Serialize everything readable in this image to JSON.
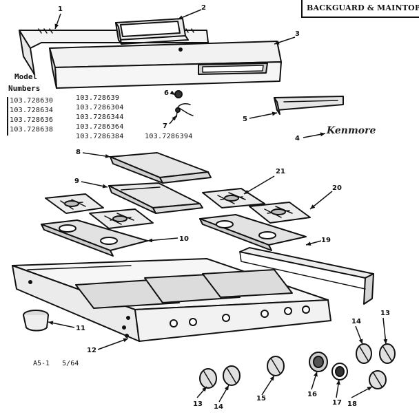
{
  "header": {
    "title": "BACKGUARD & MAINTOP"
  },
  "models": {
    "heading_line1": "Model",
    "heading_line2": "Numbers",
    "numbers": [
      "103.728630",
      "103.728634",
      "103.728636",
      "103.728638",
      "103.728639",
      "103.7286304",
      "103.7286344",
      "103.7286364",
      "103.7286384",
      "103.7286394"
    ]
  },
  "brand_script": "Kenmore",
  "footer": {
    "code": "A5-1",
    "date": "5/64"
  },
  "callouts": [
    "1",
    "2",
    "3",
    "4",
    "5",
    "6",
    "7",
    "8",
    "9",
    "10",
    "11",
    "12",
    "13",
    "13",
    "14",
    "14",
    "15",
    "16",
    "17",
    "18",
    "19",
    "20",
    "21"
  ]
}
